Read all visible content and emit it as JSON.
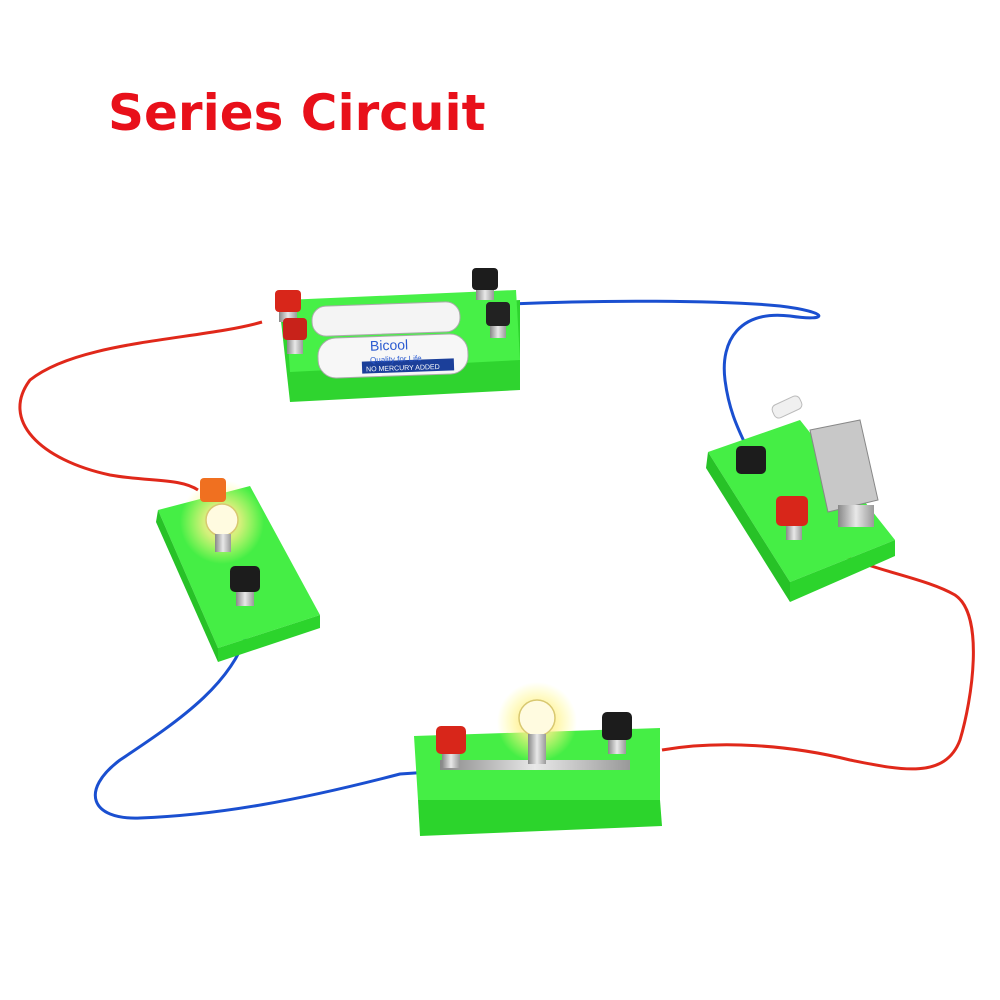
{
  "title": "Series Circuit",
  "battery": {
    "brand": "Bicool",
    "tagline": "Quality for Life",
    "label": "NO MERCURY ADDED"
  },
  "colors": {
    "title": "#e8101a",
    "board": "#33ee33",
    "wire_red": "#e0281a",
    "wire_blue": "#1a4fd0",
    "terminal_red": "#d8261a",
    "terminal_black": "#1c1c1c",
    "bulb_glow": "#ffe680"
  }
}
